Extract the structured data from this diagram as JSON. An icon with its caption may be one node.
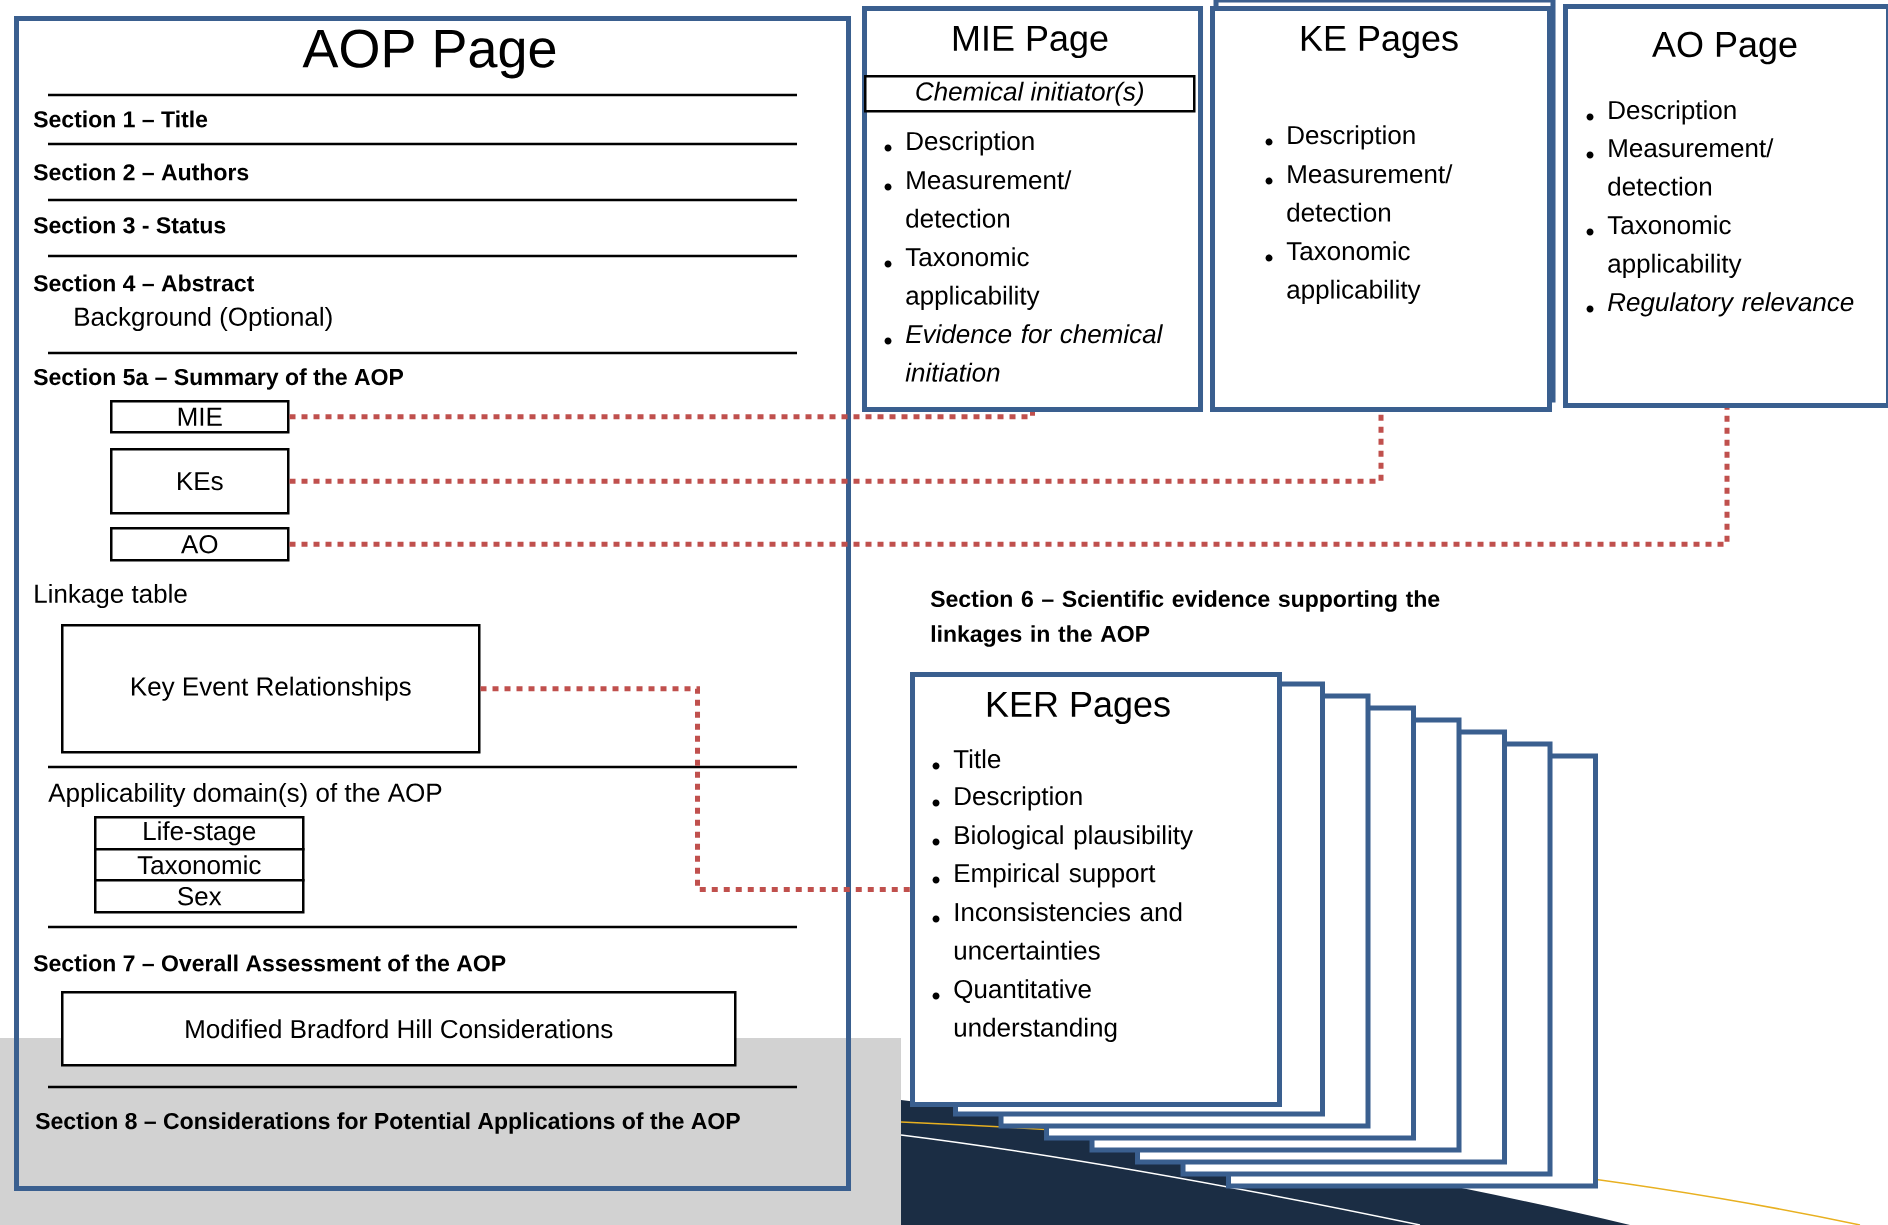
{
  "diagram": {
    "nodes": [
      {
        "text": [
          "AOP Page",
          "Section 1 – Title",
          "Section 2 – Authors",
          "Section 3 - Status",
          "Section 4 – Abstract",
          "Background (Optional)",
          "Section 5a – Summary of the AOP",
          "Linkage table",
          "Applicability domain(s) of the AOP",
          "Section 7 – Overall Assessment of the AOP",
          "Section 8 – Considerations for Potential Applications of the AOP"
        ]
      },
      {
        "text": [
          "MIE"
        ],
        "in": 0
      },
      {
        "text": [
          "KEs"
        ],
        "in": 0
      },
      {
        "text": [
          "AO"
        ],
        "in": 0
      },
      {
        "text": [
          "Key Event Relationships"
        ],
        "in": 0
      },
      {
        "text": [
          "Life-stage"
        ],
        "in": 0
      },
      {
        "text": [
          "Taxonomic"
        ],
        "in": 0
      },
      {
        "text": [
          "Sex"
        ],
        "in": 0
      },
      {
        "text": [
          "Modified Bradford Hill Considerations"
        ],
        "in": 0
      },
      {
        "text": [
          "MIE Page",
          "Description",
          "Measurement/ detection",
          "Taxonomic applicability",
          "Evidence for chemical initiation"
        ]
      },
      {
        "text": [
          "Chemical initiator(s)"
        ],
        "in": 9
      },
      {
        "text": [
          "KE Pages",
          "Description",
          "Measurement/ detection",
          "Taxonomic applicability"
        ]
      },
      {
        "text": [
          "AO Page",
          "Description",
          "Measurement/ detection",
          "Taxonomic applicability",
          "Regulatory relevance"
        ]
      },
      {
        "text": [
          "KER Pages",
          "Title",
          "Description",
          "Biological plausibility",
          "Empirical support",
          "Inconsistencies and uncertainties",
          "Quantitative understanding"
        ],
        "beside": [
          "Section 6 – Scientific evidence supporting the linkages in the AOP"
        ]
      }
    ],
    "edges": [
      {
        "from": 1,
        "to": 9,
        "arrow": "none"
      },
      {
        "from": 2,
        "to": 11,
        "arrow": "none"
      },
      {
        "from": 3,
        "to": 12,
        "arrow": "none"
      },
      {
        "from": 4,
        "to": 13,
        "arrow": "none"
      }
    ]
  }
}
